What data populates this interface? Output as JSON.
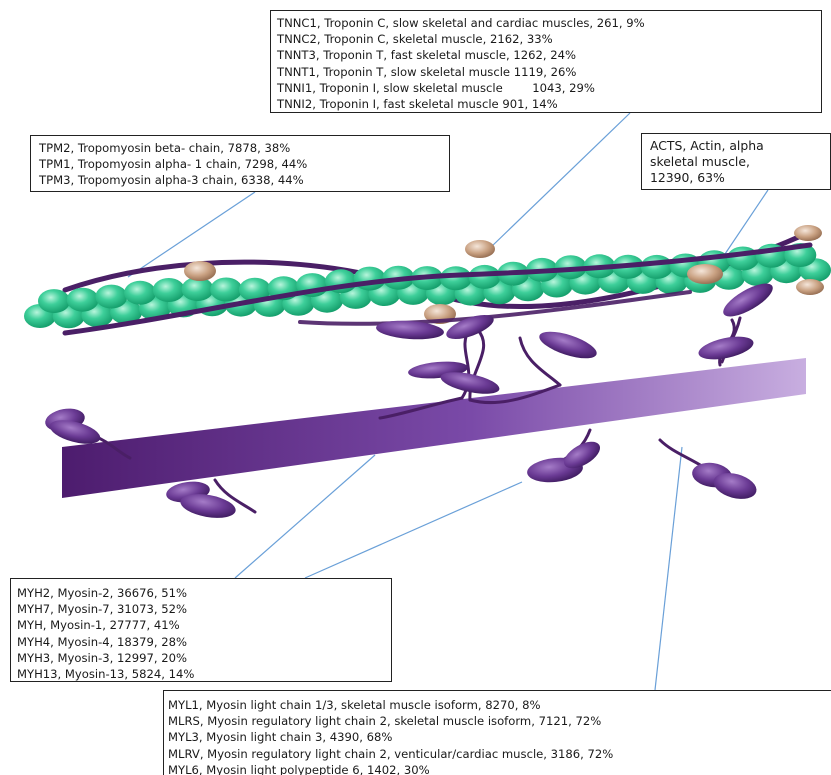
{
  "colors": {
    "actin_bead": "#3ecf9a",
    "troponin_bead": "#c9a182",
    "tropomyosin_strand": "#4a1f66",
    "myosin": "#5b2d84",
    "leader_line": "#6aa0d8"
  },
  "labels": {
    "troponin": [
      "TNNC1, Troponin C, slow skeletal and cardiac muscles, 261, 9%",
      "TNNC2, Troponin C, skeletal muscle, 2162, 33%",
      "TNNT3, Troponin T, fast skeletal muscle, 1262, 24%",
      "TNNT1, Troponin T, slow skeletal muscle 1119, 26%",
      "TNNI1, Troponin I, slow skeletal muscle        1043, 29%",
      "TNNI2, Troponin I, fast skeletal muscle 901, 14%"
    ],
    "tropomyosin": [
      "TPM2, Tropomyosin beta- chain, 7878, 38%",
      "TPM1, Tropomyosin alpha- 1 chain, 7298, 44%",
      "TPM3, Tropomyosin alpha-3 chain, 6338, 44%"
    ],
    "actin": [
      "ACTS, Actin, alpha",
      "skeletal muscle,",
      "12390, 63%"
    ],
    "myosin": [
      "MYH2, Myosin-2, 36676, 51%",
      "MYH7, Myosin-7, 31073, 52%",
      "MYH, Myosin-1, 27777, 41%",
      "MYH4, Myosin-4, 18379, 28%",
      "MYH3, Myosin-3, 12997, 20%",
      "MYH13, Myosin-13, 5824, 14%"
    ],
    "light_chains": [
      "MYL1, Myosin light chain 1/3, skeletal muscle isoform, 8270, 8%",
      "MLRS, Myosin regulatory light chain 2, skeletal muscle isoform, 7121, 72%",
      "MYL3, Myosin light chain 3, 4390, 68%",
      "MLRV, Myosin regulatory light chain 2, venticular/cardiac muscle, 3186, 72%",
      "MYL6, Myosin light polypeptide 6, 1402, 30%"
    ]
  }
}
